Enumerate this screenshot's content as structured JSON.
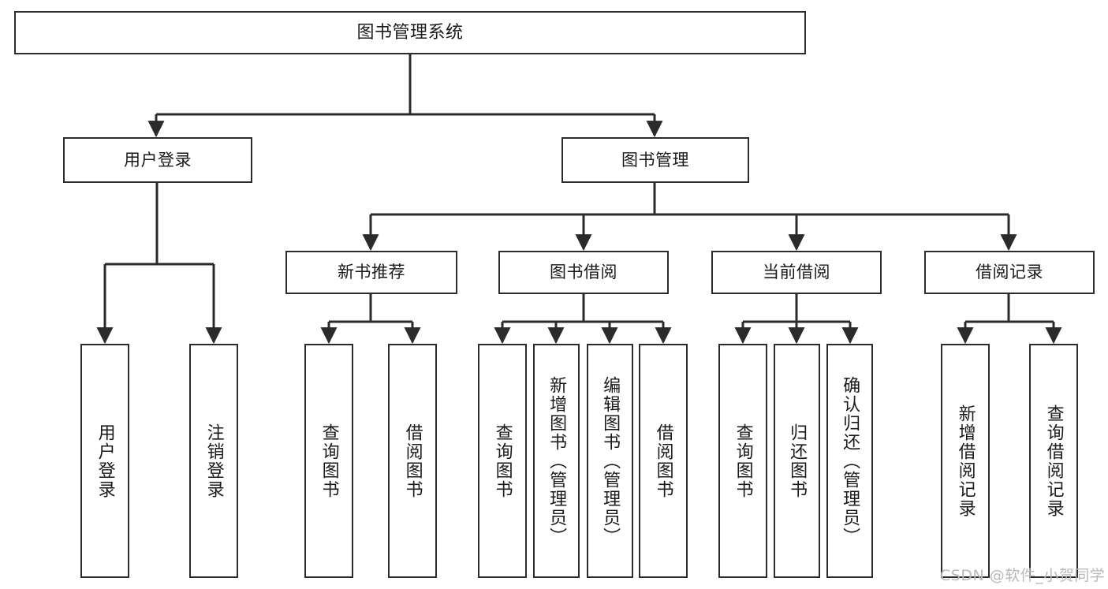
{
  "diagram": {
    "title": "图书管理系统",
    "stroke_color": "#2b2b2b",
    "fill_color": "#ffffff",
    "text_color": "#1a1a1a"
  },
  "nodes": {
    "root": {
      "label": "图书管理系统"
    },
    "level1": [
      {
        "id": "user-login",
        "label": "用户登录"
      },
      {
        "id": "book-manage",
        "label": "图书管理"
      }
    ],
    "level2": [
      {
        "id": "new-book-recommend",
        "label": "新书推荐"
      },
      {
        "id": "book-borrow",
        "label": "图书借阅"
      },
      {
        "id": "current-borrow",
        "label": "当前借阅"
      },
      {
        "id": "borrow-record",
        "label": "借阅记录"
      }
    ],
    "leaves": [
      {
        "id": "leaf-user-login",
        "label": "用户登录"
      },
      {
        "id": "leaf-user-logout",
        "label": "注销登录"
      },
      {
        "id": "leaf-query-book-1",
        "label": "查询图书"
      },
      {
        "id": "leaf-borrow-book-1",
        "label": "借阅图书"
      },
      {
        "id": "leaf-query-book-2",
        "label": "查询图书"
      },
      {
        "id": "leaf-add-book",
        "label": "新增图书（管理员）"
      },
      {
        "id": "leaf-edit-book",
        "label": "编辑图书（管理员）"
      },
      {
        "id": "leaf-borrow-book-2",
        "label": "借阅图书"
      },
      {
        "id": "leaf-query-book-3",
        "label": "查询图书"
      },
      {
        "id": "leaf-return-book",
        "label": "归还图书"
      },
      {
        "id": "leaf-confirm-return",
        "label": "确认归还（管理员）"
      },
      {
        "id": "leaf-add-record",
        "label": "新增借阅记录"
      },
      {
        "id": "leaf-query-record",
        "label": "查询借阅记录"
      }
    ]
  },
  "watermark": {
    "text": "CSDN @软件_小贺同学"
  }
}
